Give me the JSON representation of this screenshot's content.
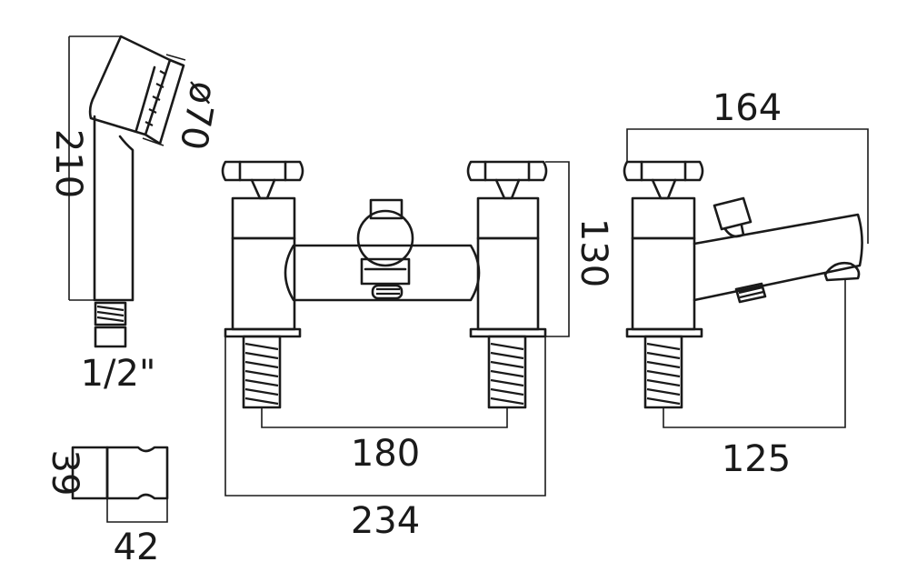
{
  "dimensions": {
    "handset_length": "210",
    "handset_diameter": "ø70",
    "hose_thread": "1/2\"",
    "bracket_height": "39",
    "bracket_width": "42",
    "inlet_centres": "180",
    "overall_width": "234",
    "overall_height": "130",
    "side_depth": "164",
    "tail_projection": "125"
  }
}
